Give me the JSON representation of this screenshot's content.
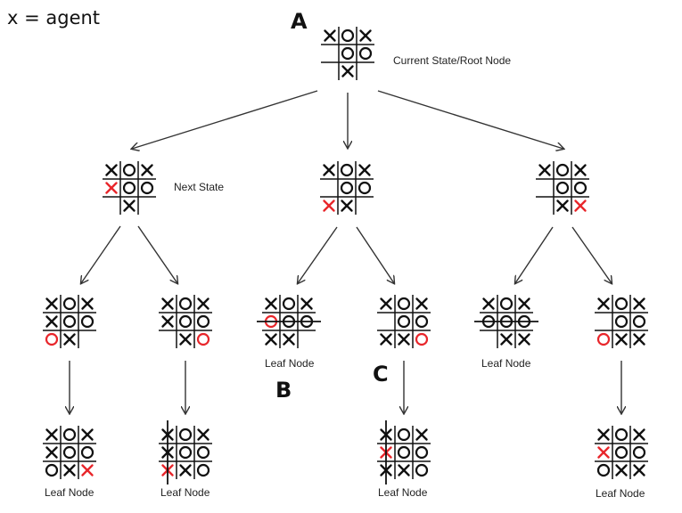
{
  "legend": "x = agent",
  "markers": {
    "a": "A",
    "b": "B",
    "c": "C"
  },
  "labels": {
    "root": "Current State/Root Node",
    "next": "Next State",
    "leaf": "Leaf Node"
  },
  "colors": {
    "ink": "#111111",
    "highlight": "#e8262b"
  },
  "boards": {
    "root": {
      "cells": [
        "X",
        "O",
        "X",
        "",
        "O",
        "O",
        "",
        "X",
        ""
      ],
      "red": []
    },
    "n1": {
      "cells": [
        "X",
        "O",
        "X",
        "X",
        "O",
        "O",
        "",
        "X",
        ""
      ],
      "red": [
        3
      ]
    },
    "n2": {
      "cells": [
        "X",
        "O",
        "X",
        "",
        "O",
        "O",
        "X",
        "X",
        ""
      ],
      "red": [
        6
      ]
    },
    "n3": {
      "cells": [
        "X",
        "O",
        "X",
        "",
        "O",
        "O",
        "",
        "X",
        "X"
      ],
      "red": [
        8
      ]
    },
    "l1": {
      "cells": [
        "X",
        "O",
        "X",
        "X",
        "O",
        "O",
        "O",
        "X",
        ""
      ],
      "red": [
        6
      ]
    },
    "l2": {
      "cells": [
        "X",
        "O",
        "X",
        "X",
        "O",
        "O",
        "",
        "X",
        "O"
      ],
      "red": [
        8
      ]
    },
    "l3": {
      "cells": [
        "X",
        "O",
        "X",
        "O",
        "O",
        "O",
        "X",
        "X",
        ""
      ],
      "red": [
        3
      ],
      "win": "row2"
    },
    "l4": {
      "cells": [
        "X",
        "O",
        "X",
        "",
        "O",
        "O",
        "X",
        "X",
        "O"
      ],
      "red": [
        8
      ]
    },
    "l5": {
      "cells": [
        "X",
        "O",
        "X",
        "O",
        "O",
        "O",
        "",
        "X",
        "X"
      ],
      "red": [],
      "win": "row2"
    },
    "l6": {
      "cells": [
        "X",
        "O",
        "X",
        "",
        "O",
        "O",
        "O",
        "X",
        "X"
      ],
      "red": [
        6
      ]
    },
    "f1": {
      "cells": [
        "X",
        "O",
        "X",
        "X",
        "O",
        "O",
        "O",
        "X",
        "X"
      ],
      "red": [
        8
      ]
    },
    "f2": {
      "cells": [
        "X",
        "O",
        "X",
        "X",
        "O",
        "O",
        "X",
        "X",
        "O"
      ],
      "red": [
        6
      ],
      "win": "col1"
    },
    "f4": {
      "cells": [
        "X",
        "O",
        "X",
        "X",
        "O",
        "O",
        "X",
        "X",
        "O"
      ],
      "red": [
        3
      ],
      "win": "col1"
    },
    "f6": {
      "cells": [
        "X",
        "O",
        "X",
        "X",
        "O",
        "O",
        "O",
        "X",
        "X"
      ],
      "red": [
        3
      ]
    }
  }
}
